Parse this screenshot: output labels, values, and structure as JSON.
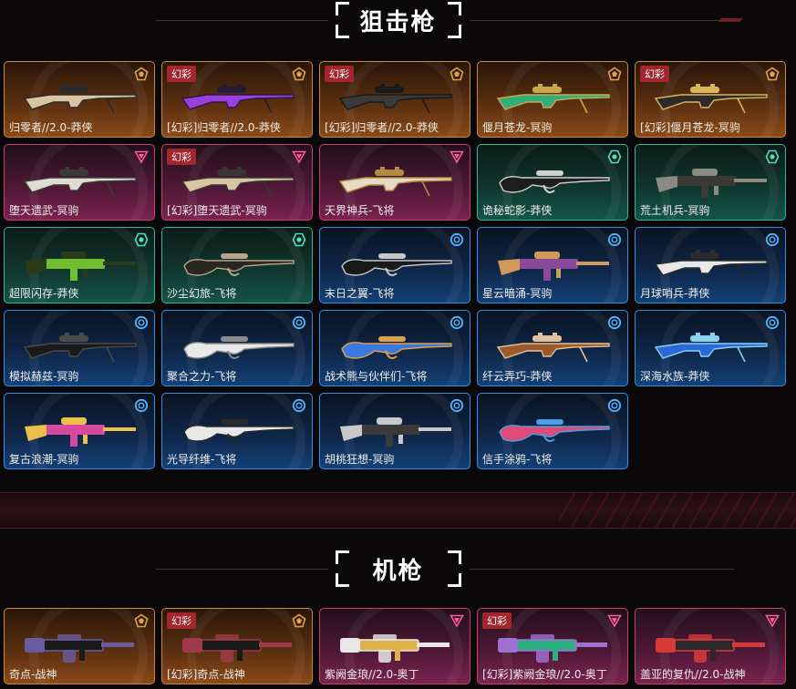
{
  "sections": [
    {
      "title": "狙击枪",
      "items": [
        {
          "name": "归零者//2.0-莽侠",
          "tier": "exclusive",
          "badge": "",
          "gun": "sniper",
          "colors": [
            "#d7c6a0",
            "#2a2a2a"
          ]
        },
        {
          "name": "[幻彩]归零者//2.0-莽侠",
          "tier": "exclusive",
          "badge": "幻彩",
          "gun": "sniper",
          "colors": [
            "#9b3fe0",
            "#2a1a3a"
          ]
        },
        {
          "name": "[幻彩]归零者//2.0-莽侠",
          "tier": "exclusive",
          "badge": "幻彩",
          "gun": "sniper",
          "colors": [
            "#3a3a3a",
            "#1a1a1a"
          ]
        },
        {
          "name": "偃月苍龙-冥驹",
          "tier": "exclusive",
          "badge": "",
          "gun": "sniper",
          "colors": [
            "#2fae7c",
            "#c9a84a"
          ]
        },
        {
          "name": "[幻彩]偃月苍龙-冥驹",
          "tier": "exclusive",
          "badge": "幻彩",
          "gun": "sniper",
          "colors": [
            "#2b2b2b",
            "#d9b45a"
          ]
        },
        {
          "name": "堕天遗武-冥驹",
          "tier": "ultra",
          "badge": "",
          "gun": "sniper",
          "colors": [
            "#e0dcd2",
            "#3a3a3a"
          ]
        },
        {
          "name": "[幻彩]堕天遗武-冥驹",
          "tier": "ultra",
          "badge": "幻彩",
          "gun": "sniper",
          "colors": [
            "#d8c6a2",
            "#3a3530"
          ]
        },
        {
          "name": "天界神兵-飞将",
          "tier": "ultra",
          "badge": "",
          "gun": "sniper",
          "colors": [
            "#e6dcc4",
            "#b08a40"
          ]
        },
        {
          "name": "诡秘蛇影-莽侠",
          "tier": "premium",
          "badge": "",
          "gun": "lever",
          "colors": [
            "#1e1e1e",
            "#d0d0d0"
          ]
        },
        {
          "name": "荒土机兵-冥驹",
          "tier": "premium",
          "badge": "",
          "gun": "heavy",
          "colors": [
            "#3a3a34",
            "#8a8a80"
          ]
        },
        {
          "name": "超限闪存-莽侠",
          "tier": "premium",
          "badge": "",
          "gun": "heavy",
          "colors": [
            "#6fbf2e",
            "#2a3a1a"
          ]
        },
        {
          "name": "沙尘幻旅-飞将",
          "tier": "premium",
          "badge": "",
          "gun": "lever",
          "colors": [
            "#2a2620",
            "#b8a48a"
          ]
        },
        {
          "name": "末日之翼-飞将",
          "tier": "deluxe",
          "badge": "",
          "gun": "lever",
          "colors": [
            "#1a1a1a",
            "#c8c8c8"
          ]
        },
        {
          "name": "星云暗涌-冥驹",
          "tier": "deluxe",
          "badge": "",
          "gun": "heavy",
          "colors": [
            "#8a4a9a",
            "#d09a5a"
          ]
        },
        {
          "name": "月球哨兵-莽侠",
          "tier": "deluxe",
          "badge": "",
          "gun": "sniper",
          "colors": [
            "#e8e8e8",
            "#2a2a2a"
          ]
        },
        {
          "name": "模拟赫兹-冥驹",
          "tier": "deluxe",
          "badge": "",
          "gun": "sniper",
          "colors": [
            "#1a1a1a",
            "#4a4a4a"
          ]
        },
        {
          "name": "聚合之力-飞将",
          "tier": "deluxe",
          "badge": "",
          "gun": "lever",
          "colors": [
            "#e8e8e8",
            "#8a8a8a"
          ]
        },
        {
          "name": "战术熊与伙伴们-飞将",
          "tier": "deluxe",
          "badge": "",
          "gun": "lever",
          "colors": [
            "#3a7ae0",
            "#e0a04a"
          ]
        },
        {
          "name": "纤云弄巧-莽侠",
          "tier": "deluxe",
          "badge": "",
          "gun": "sniper",
          "colors": [
            "#9a5a2a",
            "#e0c09a"
          ]
        },
        {
          "name": "深海水族-莽侠",
          "tier": "deluxe",
          "badge": "",
          "gun": "sniper",
          "colors": [
            "#2a6ad8",
            "#8ad0f0"
          ]
        },
        {
          "name": "复古浪潮-冥驹",
          "tier": "deluxe",
          "badge": "",
          "gun": "heavy",
          "colors": [
            "#d84aa0",
            "#e8c04a"
          ]
        },
        {
          "name": "光导纤维-飞将",
          "tier": "deluxe",
          "badge": "",
          "gun": "lever",
          "colors": [
            "#e8e8e8",
            "#2a2a2a"
          ]
        },
        {
          "name": "胡桃狂想-冥驹",
          "tier": "deluxe",
          "badge": "",
          "gun": "heavy",
          "colors": [
            "#3a3a3a",
            "#c8c8c8"
          ]
        },
        {
          "name": "信手涂鸦-飞将",
          "tier": "deluxe",
          "badge": "",
          "gun": "lever",
          "colors": [
            "#e04a7a",
            "#4aa0e0"
          ]
        }
      ]
    },
    {
      "title": "机枪",
      "items": [
        {
          "name": "奇点-战神",
          "tier": "exclusive",
          "badge": "",
          "gun": "mg",
          "colors": [
            "#1a1a1a",
            "#6a5aa0"
          ]
        },
        {
          "name": "[幻彩]奇点-战神",
          "tier": "exclusive",
          "badge": "幻彩",
          "gun": "mg",
          "colors": [
            "#1a1a1a",
            "#a03a4a"
          ]
        },
        {
          "name": "紫阙金琅//2.0-奥丁",
          "tier": "ultra",
          "badge": "",
          "gun": "mg",
          "colors": [
            "#e0b04a",
            "#e8e8e8"
          ]
        },
        {
          "name": "[幻彩]紫阙金琅//2.0-奥丁",
          "tier": "ultra",
          "badge": "幻彩",
          "gun": "mg",
          "colors": [
            "#2ab080",
            "#a070d0"
          ]
        },
        {
          "name": "盖亚的复仇//2.0-战神",
          "tier": "ultra",
          "badge": "",
          "gun": "mg",
          "colors": [
            "#2a2a2a",
            "#d83a3a"
          ]
        }
      ]
    }
  ]
}
